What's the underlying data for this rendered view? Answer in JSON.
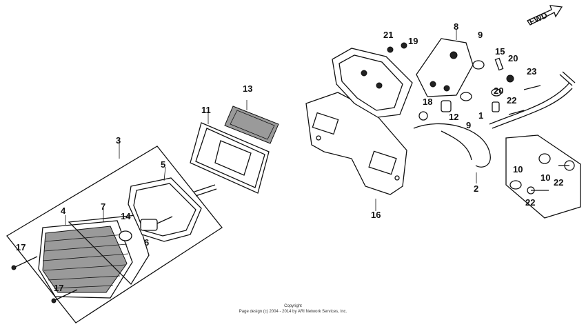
{
  "direction_label": "FWD",
  "parts": {
    "p1": "1",
    "p2": "2",
    "p3": "3",
    "p4": "4",
    "p5": "5",
    "p6": "6",
    "p7": "7",
    "p8": "8",
    "p9a": "9",
    "p9b": "9",
    "p10a": "10",
    "p10b": "10",
    "p11": "11",
    "p12": "12",
    "p13": "13",
    "p14": "14",
    "p15": "15",
    "p16": "16",
    "p17a": "17",
    "p17b": "17",
    "p18": "18",
    "p19": "19",
    "p20a": "20",
    "p20b": "20",
    "p21": "21",
    "p22a": "22",
    "p22b": "22",
    "p22c": "22",
    "p23": "23"
  },
  "copyright": {
    "line1": "Copyright",
    "line2": "Page design (c) 2004 - 2014 by ARI Network Services, Inc."
  }
}
